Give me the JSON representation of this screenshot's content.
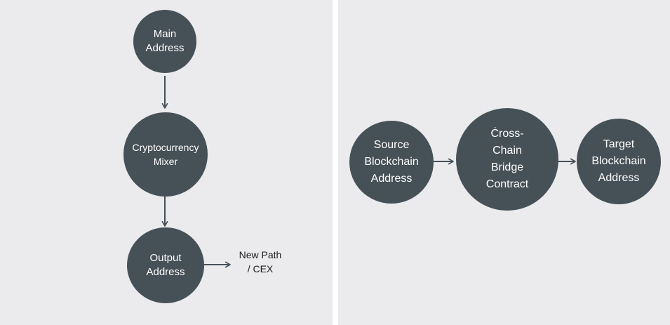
{
  "colors": {
    "panel_bg": "#ebebed",
    "node_fill": "#465057",
    "node_text": "#ffffff",
    "arrow": "#465057",
    "label_text": "#1d1d1d"
  },
  "mixer_flow": {
    "main_address": [
      "Main",
      "Address"
    ],
    "mixer": [
      "Cryptocurrency",
      "Mixer"
    ],
    "output_address": [
      "Output",
      "Address"
    ],
    "destination": [
      "New Path",
      "/ CEX"
    ]
  },
  "bridge_flow": {
    "source": [
      "Source",
      "Blockchain",
      "Address"
    ],
    "bridge": [
      "Ċross-",
      "Chain",
      "Bridge",
      "Contract"
    ],
    "target": [
      "Target",
      "Blockchain",
      "Address"
    ]
  }
}
